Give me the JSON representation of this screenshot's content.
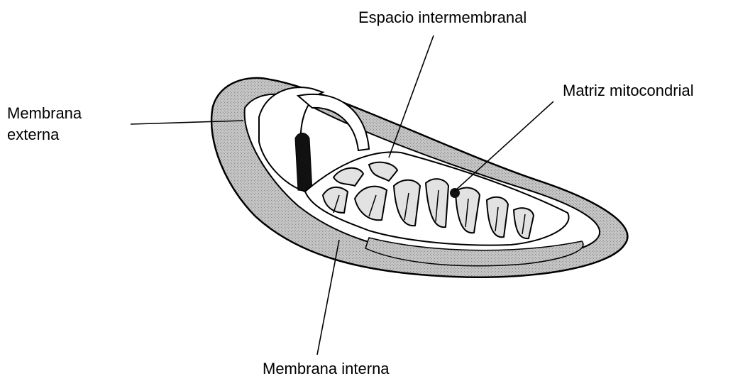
{
  "labels": {
    "intermembrane_space": "Espacio intermembranal",
    "mitochondrial_matrix": "Matriz mitocondrial",
    "outer_membrane_line1": "Membrana",
    "outer_membrane_line2": "externa",
    "inner_membrane": "Membrana interna"
  },
  "colors": {
    "line": "#000000",
    "outer_shell": "#b9b9b9",
    "surface": "#ffffff",
    "cristae_shadow": "#d6d6d6",
    "dark_interior": "#111111"
  }
}
